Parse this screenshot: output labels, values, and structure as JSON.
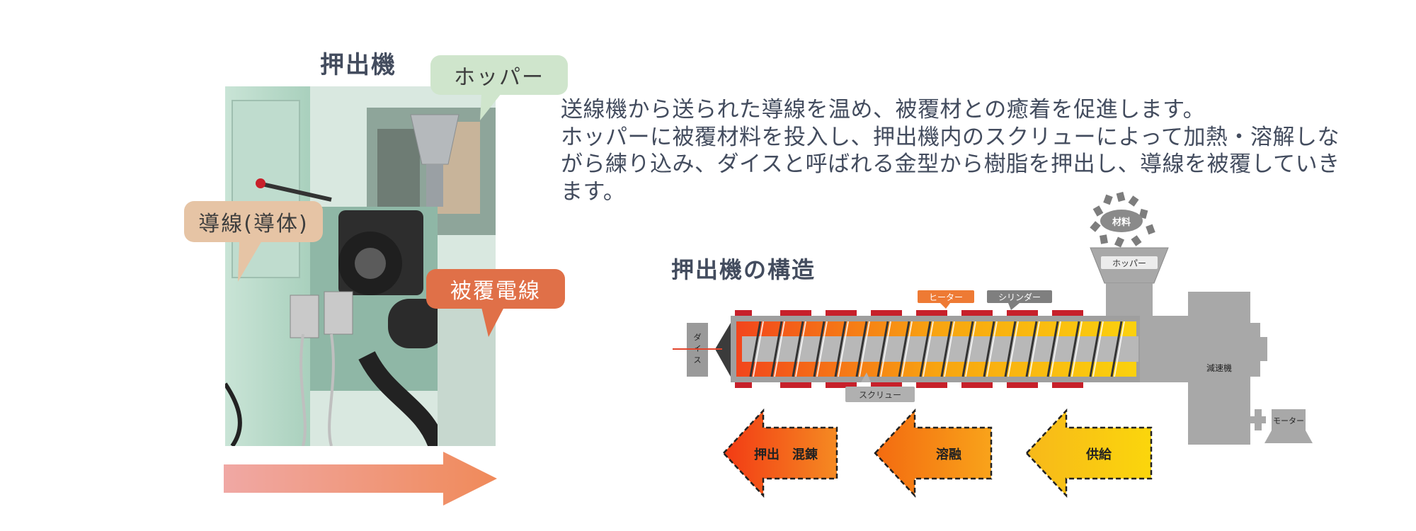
{
  "photo_section": {
    "title": "押出機",
    "callouts": {
      "hopper": "ホッパー",
      "conductor": "導線(導体)",
      "coated_wire": "被覆電線"
    }
  },
  "description": {
    "line1": "送線機から送られた導線を温め、被覆材との癒着を促進します。",
    "line2": "ホッパーに被覆材料を投入し、押出機内のスクリューによって加熱・溶解しながら練り込み、ダイスと呼ばれる金型から樹脂を押出し、導線を被覆していきます。"
  },
  "diagram": {
    "title": "押出機の構造",
    "labels": {
      "material": "材料",
      "hopper": "ホッパー",
      "heater": "ヒーター",
      "cylinder": "シリンダー",
      "die": "ダイス",
      "screw": "スクリュー",
      "reducer": "減速機",
      "motor": "モーター"
    },
    "stages": {
      "extrude_knead": "押出　混錬",
      "melt": "溶融",
      "supply": "供給"
    }
  },
  "colors": {
    "hopper_callout": "#cfe5cc",
    "conductor_callout": "#e6c4a5",
    "coated_callout": "#e07048",
    "heater": "#c7202a",
    "heater_label": "#ee7a34",
    "cylinder_label": "#7f7f7f",
    "machine_gray": "#a8a8a8"
  }
}
